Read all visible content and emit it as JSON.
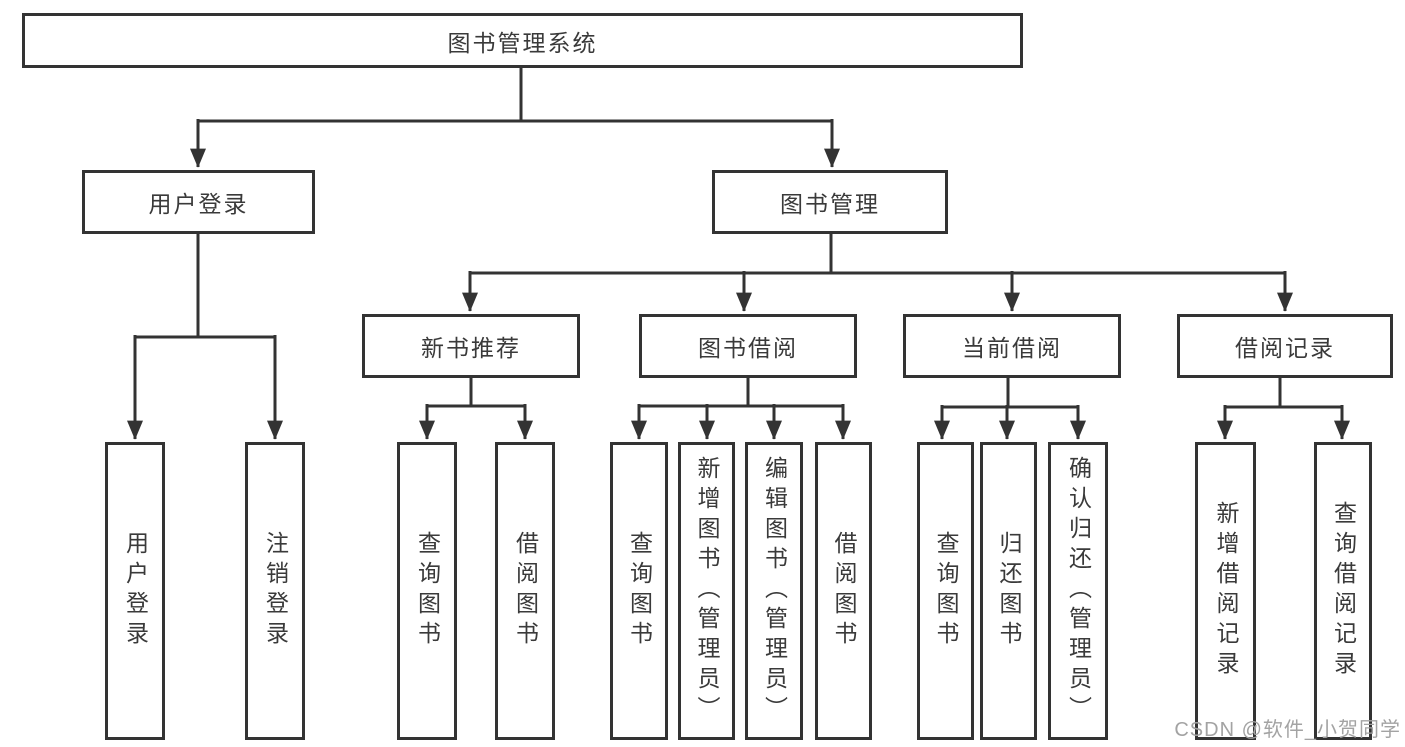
{
  "diagram": {
    "title": "图书管理系统",
    "colors": {
      "line": "#333333",
      "text": "#3a3a3a",
      "background": "#ffffff",
      "watermark": "#a3a3a3"
    },
    "root": {
      "label": "图书管理系统"
    },
    "level2": [
      {
        "label": "用户登录"
      },
      {
        "label": "图书管理"
      }
    ],
    "level3": [
      {
        "label": "新书推荐",
        "parent": "图书管理"
      },
      {
        "label": "图书借阅",
        "parent": "图书管理"
      },
      {
        "label": "当前借阅",
        "parent": "图书管理"
      },
      {
        "label": "借阅记录",
        "parent": "图书管理"
      }
    ],
    "leaves": [
      {
        "label": "用户登录",
        "parent": "用户登录"
      },
      {
        "label": "注销登录",
        "parent": "用户登录"
      },
      {
        "label": "查询图书",
        "parent": "新书推荐"
      },
      {
        "label": "借阅图书",
        "parent": "新书推荐"
      },
      {
        "label": "查询图书",
        "parent": "图书借阅"
      },
      {
        "label": "新增图书（管理员）",
        "parent": "图书借阅"
      },
      {
        "label": "编辑图书（管理员）",
        "parent": "图书借阅"
      },
      {
        "label": "借阅图书",
        "parent": "图书借阅"
      },
      {
        "label": "查询图书",
        "parent": "当前借阅"
      },
      {
        "label": "归还图书",
        "parent": "当前借阅"
      },
      {
        "label": "确认归还（管理员）",
        "parent": "当前借阅"
      },
      {
        "label": "新增借阅记录",
        "parent": "借阅记录"
      },
      {
        "label": "查询借阅记录",
        "parent": "借阅记录"
      }
    ]
  },
  "watermark": {
    "text": "CSDN @软件_小贺同学"
  }
}
